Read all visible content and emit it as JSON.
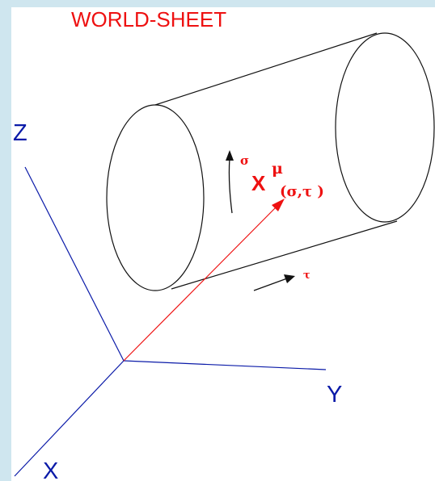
{
  "title": "WORLD-SHEET",
  "axes": {
    "z": "Z",
    "y": "Y",
    "x": "X"
  },
  "labels": {
    "sigma_arrow": "σ",
    "position_main": "X",
    "position_superscript": "μ",
    "position_args": "(σ,τ )",
    "tau_arrow": "τ"
  },
  "colors": {
    "background": "#cfe6ef",
    "axes": "#0a1aa8",
    "highlight": "#ee1111",
    "outline": "#111111"
  }
}
